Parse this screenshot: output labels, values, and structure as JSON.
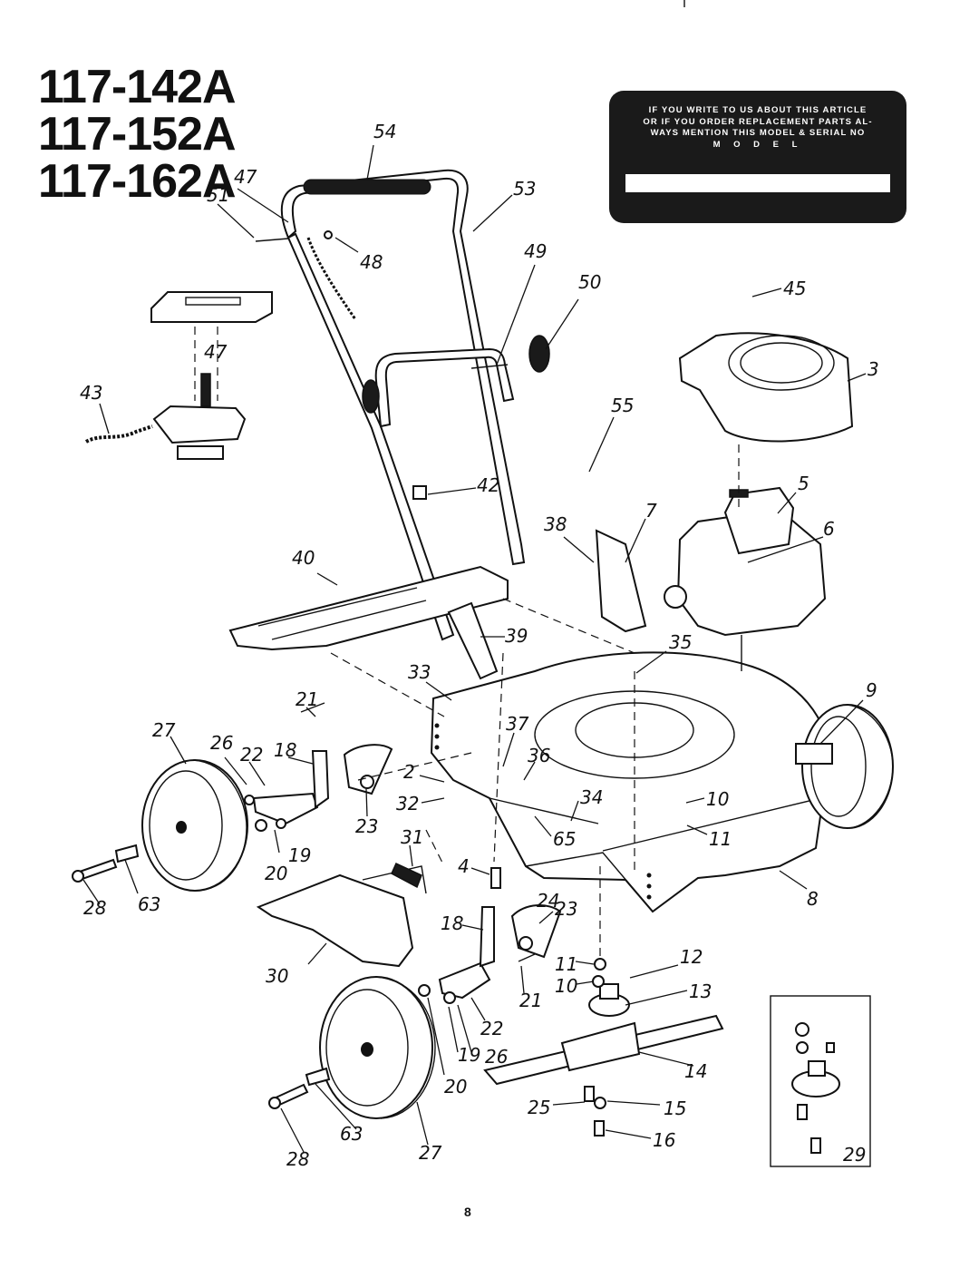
{
  "models": [
    "117-142A",
    "117-152A",
    "117-162A"
  ],
  "notice": {
    "lines": [
      "IF YOU WRITE TO US ABOUT THIS ARTICLE",
      "OR IF YOU ORDER REPLACEMENT PARTS AL-",
      "WAYS MENTION THIS MODEL & SERIAL NO"
    ],
    "model_word": "M O D E L"
  },
  "page_number": "8",
  "part_labels": [
    "54",
    "47",
    "51",
    "53",
    "48",
    "49",
    "50",
    "45",
    "3",
    "47",
    "43",
    "55",
    "42",
    "5",
    "38",
    "7",
    "6",
    "40",
    "39",
    "35",
    "33",
    "21",
    "9",
    "27",
    "37",
    "26",
    "22",
    "18",
    "36",
    "2",
    "10",
    "32",
    "34",
    "23",
    "65",
    "11",
    "31",
    "4",
    "63",
    "20",
    "19",
    "28",
    "24",
    "23",
    "8",
    "18",
    "12",
    "11",
    "13",
    "10",
    "21",
    "30",
    "22",
    "26",
    "19",
    "14",
    "20",
    "25",
    "15",
    "16",
    "63",
    "28",
    "27",
    "29"
  ]
}
